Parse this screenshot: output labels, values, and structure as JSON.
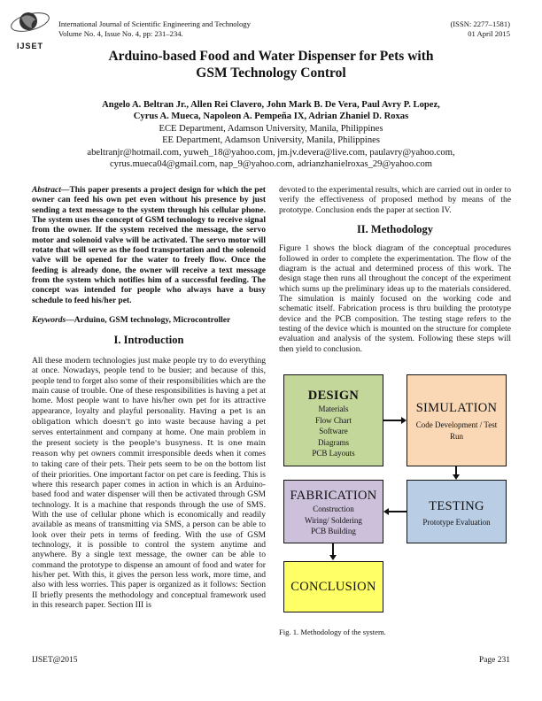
{
  "header": {
    "logo_text": "IJSET",
    "journal": "International Journal of Scientific Engineering and Technology",
    "volume": "Volume No. 4, Issue No. 4, pp: 231–234.",
    "issn": "(ISSN: 2277–1581)",
    "date": "01 April 2015"
  },
  "title": "Arduino-based Food and Water Dispenser for Pets with GSM Technology Control",
  "authors": {
    "line1": "Angelo A. Beltran Jr., Allen Rei Clavero, John Mark B. De Vera, Paul Avry P. Lopez,",
    "line2": "Cyrus A. Mueca,  Napoleon A. Pempeña IX, Adrian Zhaniel D. Roxas",
    "affil1": "ECE Department, Adamson University, Manila, Philippines",
    "affil2": "EE Department, Adamson University, Manila, Philippines",
    "emails1": "abeltranjr@hotmail.com, yuweh_18@yahoo.com, jm.jv.devera@live.com, paulavry@yahoo.com,",
    "emails2": "cyrus.mueca04@gmail.com, nap_9@yahoo.com, adrianzhanielroxas_29@yahoo.com"
  },
  "abstract": {
    "label": "Abstract",
    "text": "—This paper presents a project design for which the pet owner can feed his own pet even without his presence by just sending a text message to the system through his cellular phone. The system uses the concept of GSM technology to receive signal from the owner. If the system received the message, the servo motor and solenoid valve will be activated. The servo motor will rotate that will serve as the food transportation and the solenoid valve will be opened for the water to freely flow. Once the feeding is already done, the owner will receive a text message from the system which notifies him of a successful feeding. The concept was intended for people who always have a busy schedule to feed his/her pet."
  },
  "keywords": {
    "label": "Keywords",
    "text": "—Arduino, GSM technology, Microcontroller"
  },
  "intro": {
    "heading": "I.   Introduction",
    "p1": "All these modern technologies just make people try to do everything at once. Nowadays, people tend to be busier; and because of this, people tend to forget also some of their responsibilities which are the main cause of trouble. One of these responsibilities is having a pet at home. Most people want to have his/her own pet for its attractive appearance, loyalty and playful personality. ",
    "p1b": "Having a pet is an obligation which doesn't",
    "p1c": " go into waste because having a pet serves entertainment and company at home. One main problem in the present society is ",
    "p1d": "the people's busyness. It is one main reason",
    "p1e": " why pet owners commit irresponsible deeds when it comes to taking care of their pets. Their pets seem to be on the bottom list of their priorities. One important factor on pet care is feeding. This is where this research paper comes in action in which is an Arduino-based food and water dispenser will then be activated through GSM technology. It is a machine that responds through the use of SMS. With the use of cellular phone which is economically and readily available as means of transmitting via SMS, a person can be able to look over their pets in terms of feeding. With the use of GSM technology, it is possible to control the system anytime and anywhere. By a single text message, the owner can be able to command the prototype to dispense an amount of food and water for his/her pet. With this, it gives the person less work, more time, and also with less worries. This paper is organized as it follows: Section II briefly presents the methodology and conceptual framework used in this research paper. Section III is",
    "p2": "devoted to the experimental results, which are carried out in order to verify the effectiveness of proposed method by means of the prototype. Conclusion ends the paper at section IV."
  },
  "methodology": {
    "heading": "II.  Methodology",
    "p1": "Figure 1 shows the block diagram of the conceptual procedures followed in order to complete the experimentation. The flow of the diagram is the actual and determined process of this work. The design stage then runs all throughout the concept of the experiment which sums up the preliminary ideas up to the materials considered. The simulation is mainly focused on the working code and schematic itself. Fabrication process is thru building the prototype device and the PCB composition. The testing stage refers to the testing of the device which is mounted on the structure for complete evaluation and analysis of the system. Following these steps will then yield to conclusion."
  },
  "figure": {
    "caption": "Fig. 1. Methodology of the system.",
    "design": {
      "title": "DESIGN",
      "items": [
        "Materials",
        "Flow Chart",
        "Software",
        "Diagrams",
        "PCB Layouts"
      ],
      "color": "#c4d79b"
    },
    "simulation": {
      "title": "SIMULATION",
      "items": [
        "Code Development / Test Run"
      ],
      "color": "#fad7b5"
    },
    "fabrication": {
      "title": "FABRICATION",
      "items": [
        "Construction",
        "Wiring/ Soldering",
        "PCB Building"
      ],
      "color": "#ccc0da"
    },
    "testing": {
      "title": "TESTING",
      "items": [
        "Prototype Evaluation"
      ],
      "color": "#b9cde5"
    },
    "conclusion": {
      "title": "CONCLUSION",
      "items": [],
      "color": "#ffff66"
    }
  },
  "footer": {
    "left": "IJSET@2015",
    "right": "Page 231"
  }
}
